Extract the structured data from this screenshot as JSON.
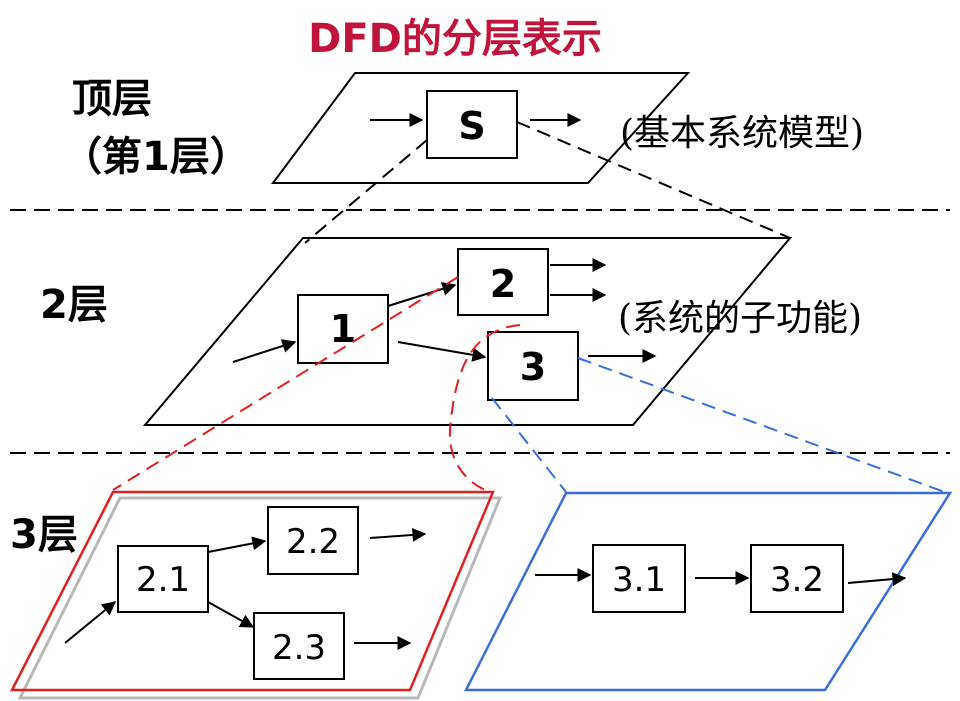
{
  "title": "DFD的分层表示",
  "levels": {
    "top": [
      "顶层",
      "（第1层）"
    ],
    "second": "2层",
    "third": "3层"
  },
  "notes": {
    "top": "(基本系统模型)",
    "second": "(系统的子功能)"
  },
  "nodes": {
    "s": "S",
    "p1": "1",
    "p2": "2",
    "p3": "3",
    "p21": "2.1",
    "p22": "2.2",
    "p23": "2.3",
    "p31": "3.1",
    "p32": "3.2"
  },
  "colors": {
    "title": "#c0143c",
    "red_expansion": "#e02020",
    "blue_expansion": "#3a6fd8",
    "separator": "#000000"
  }
}
